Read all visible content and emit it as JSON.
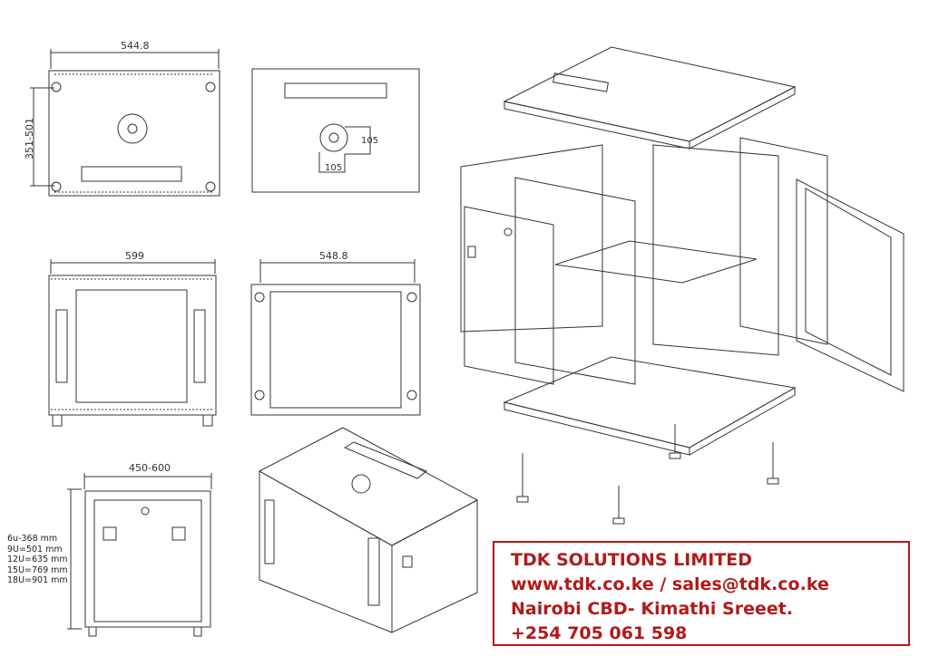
{
  "dimensions": {
    "top_width": "544.8",
    "top_depth": "351-501",
    "vent_w": "105",
    "vent_h": "105",
    "front_width": "599",
    "rear_width": "548.8",
    "side_depth": "450-600"
  },
  "rack_heights": [
    "6u-368 mm",
    "9U=501 mm",
    "12U=635 mm",
    "15U=769 mm",
    "18U=901 mm"
  ],
  "company": {
    "name": "TDK SOLUTIONS LIMITED",
    "web_email": "www.tdk.co.ke / sales@tdk.co.ke",
    "address": "Nairobi CBD- Kimathi Sreeet.",
    "phone": "+254 705 061 598"
  },
  "colors": {
    "brand": "#b11a1a",
    "line": "#333333"
  }
}
